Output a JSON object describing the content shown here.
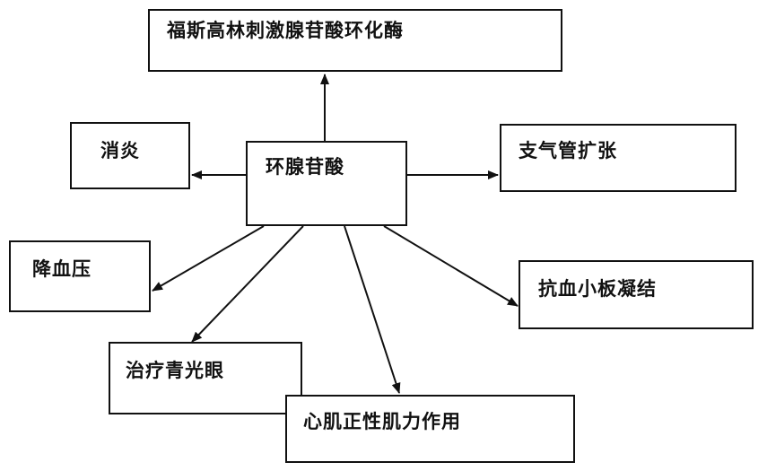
{
  "diagram": {
    "center": "环腺苷酸",
    "nodes": {
      "top": "福斯高林刺激腺苷酸环化酶",
      "left": "消炎",
      "right": "支气管扩张",
      "lower_left": "降血压",
      "lower_right": "抗血小板凝结",
      "glaucoma": "治疗青光眼",
      "bottom": "心肌正性肌力作用"
    }
  }
}
